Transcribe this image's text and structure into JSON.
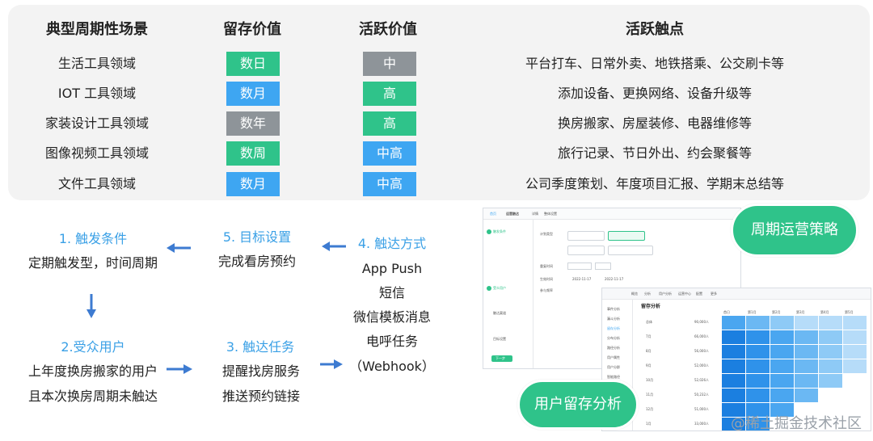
{
  "table": {
    "headers": [
      "典型周期性场景",
      "留存价值",
      "活跃价值",
      "活跃触点"
    ],
    "rows": [
      {
        "scene": "生活工具领域",
        "retention": "数日",
        "retention_color": "#2fc38a",
        "activity": "中",
        "activity_color": "#8e9499",
        "touchpoints": "平台打车、日常外卖、地铁搭乘、公交刷卡等"
      },
      {
        "scene": "IOT 工具领域",
        "retention": "数月",
        "retention_color": "#3ea6f2",
        "activity": "高",
        "activity_color": "#2fc38a",
        "touchpoints": "添加设备、更换网络、设备升级等"
      },
      {
        "scene": "家装设计工具领域",
        "retention": "数年",
        "retention_color": "#8e9499",
        "activity": "高",
        "activity_color": "#2fc38a",
        "touchpoints": "换房搬家、房屋装修、电器维修等"
      },
      {
        "scene": "图像视频工具领域",
        "retention": "数周",
        "retention_color": "#2fc38a",
        "activity": "中高",
        "activity_color": "#3ea6f2",
        "touchpoints": "旅行记录、节日外出、约会聚餐等"
      },
      {
        "scene": "文件工具领域",
        "retention": "数月",
        "retention_color": "#3ea6f2",
        "activity": "中高",
        "activity_color": "#3ea6f2",
        "touchpoints": "公司季度策划、年度项目汇报、学期末总结等"
      }
    ]
  },
  "flow": {
    "step1": {
      "title": "1. 触发条件",
      "body": "定期触发型，时间周期"
    },
    "step2": {
      "title": "2.受众用户",
      "line1": "上年度换房搬家的用户",
      "line2": "且本次换房周期未触达"
    },
    "step3": {
      "title": "3. 触达任务",
      "line1": "提醒找房服务",
      "line2": "推送预约链接"
    },
    "step4": {
      "title": "4. 触达方式",
      "items": [
        "App Push",
        "短信",
        "微信模板消息",
        "电呼任务",
        "（Webhook）"
      ]
    },
    "step5": {
      "title": "5. 目标设置",
      "body": "完成看房预约"
    }
  },
  "screenshots": {
    "strategy_label": "周期运营策略",
    "retention_label": "用户留存分析",
    "strategy_window": {
      "breadcrumb": [
        "首页",
        "运营触达",
        "详情",
        "整体设置"
      ],
      "sections": [
        "触发条件",
        "受众用户",
        "触达渠道",
        "目标设置"
      ],
      "fields": [
        "计划类型",
        "重复时间",
        "生效时间",
        "参与频率"
      ],
      "dates": [
        "2022-11-17",
        "2022-11-17"
      ],
      "submit": "下一步"
    },
    "retention_window": {
      "title": "留存分析",
      "nav": [
        "概览",
        "分析",
        "用户分析",
        "运营中心",
        "配置",
        "更多"
      ],
      "sidebar": [
        "事件分析",
        "漏斗分析",
        "留存分析",
        "分布分析",
        "路径分析",
        "用户属性",
        "用户分群",
        "智能路径",
        "间隔分析",
        "数据导出"
      ],
      "row_labels": [
        "总体",
        "7月",
        "8月",
        "9月",
        "10月",
        "11月",
        "12月",
        "1月"
      ],
      "row_totals": [
        "90,000人",
        "66,000人",
        "56,000人",
        "52,000人",
        "52,026人",
        "50,232人",
        "51,000人",
        "33,000人"
      ],
      "columns": [
        "首日",
        "第1月",
        "第2月",
        "第3月",
        "第4月",
        "第5月"
      ]
    }
  },
  "watermark": "@稀土掘金技术社区",
  "colors": {
    "green": "#2fc38a",
    "blue": "#3ea6f2",
    "gray": "#8e9499",
    "step_title": "#3aa0e6",
    "arrow": "#3d7bd1"
  }
}
